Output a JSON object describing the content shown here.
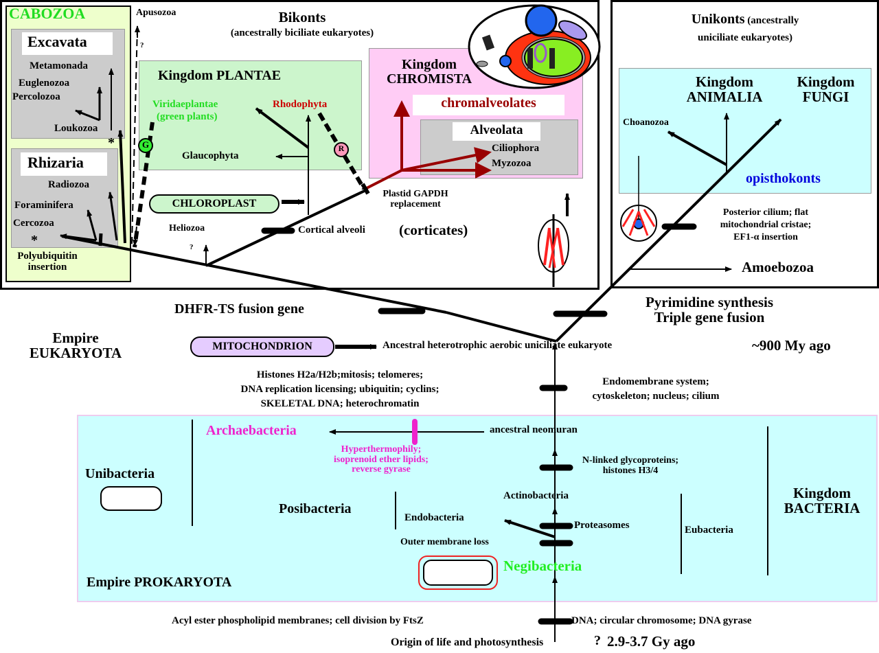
{
  "bikonts": {
    "title": "Bikonts",
    "subtitle": "(ancestrally biciliate eukaryotes)",
    "cabozoa": {
      "title": "CABOZOA",
      "excavata": {
        "title": "Excavata",
        "taxa": [
          "Metamonada",
          "Euglenozoa",
          "Percolozoa",
          "Loukozoa"
        ]
      },
      "rhizaria": {
        "title": "Rhizaria",
        "taxa": [
          "Radiozoa",
          "Foraminifera",
          "Cercozoa"
        ]
      },
      "asterisk": "*",
      "polyubiquitin": [
        "Polyubiquitin",
        "insertion"
      ]
    },
    "apusozoa": "Apusozoa",
    "question_mark": "?",
    "plantae": {
      "title": "Kingdom PLANTAE",
      "viridaeplantae": [
        "Viridaeplantae",
        "(green plants)"
      ],
      "rhodophyta": "Rhodophyta",
      "glaucophyta": "Glaucophyta",
      "g_symbol": "G",
      "r_symbol": "R"
    },
    "chromista": {
      "title": [
        "Kingdom",
        "CHROMISTA"
      ],
      "chromalveolates": "chromalveolates",
      "alveolata": {
        "title": "Alveolata",
        "taxa": [
          "Ciliophora",
          "Myzozoa"
        ]
      }
    },
    "chloroplast": "CHLOROPLAST",
    "heliozoa": "Heliozoa",
    "plastid_gapdh": [
      "Plastid GAPDH",
      "replacement"
    ],
    "cortical_alveoli": "Cortical alveoli",
    "corticates": "(corticates)"
  },
  "unikonts": {
    "title": "Unikonts",
    "subtitle_1": "(ancestrally",
    "subtitle_2": "uniciliate eukaryotes)",
    "animalia": [
      "Kingdom",
      "ANIMALIA"
    ],
    "fungi": [
      "Kingdom",
      "FUNGI"
    ],
    "choanozoa": "Choanozoa",
    "opisthokonts": "opisthokonts",
    "posterior_cilium": [
      "Posterior cilium; flat",
      "mitochondrial cristae;",
      "EF1-α insertion"
    ],
    "amoebozoa": "Amoebozoa"
  },
  "eukaryota": {
    "dhfr_ts": "DHFR-TS fusion gene",
    "pyrimidine": [
      "Pyrimidine synthesis",
      "Triple gene fusion"
    ],
    "empire": [
      "Empire",
      "EUKARYOTA"
    ],
    "mitochondrion": "MITOCHONDRION",
    "ancestral_eukaryote": "Ancestral heterotrophic aerobic uniciliate eukaryote",
    "age": "~900 My ago",
    "histones": [
      "Histones H2a/H2b;mitosis; telomeres;",
      "DNA replication licensing; ubiquitin; cyclins;",
      "SKELETAL DNA; heterochromatin"
    ],
    "endomembrane": [
      "Endomembrane system;",
      "cytoskeleton; nucleus; cilium"
    ]
  },
  "prokaryota": {
    "archaebacteria": "Archaebacteria",
    "ancestral_neomuran": "ancestral neomuran",
    "hyperthermophily": [
      "Hyperthermophily;",
      "isoprenoid ether lipids;",
      "reverse gyrase"
    ],
    "n_linked": [
      "N-linked glycoproteins;",
      "histones H3/4"
    ],
    "unibacteria": "Unibacteria",
    "posibacteria": "Posibacteria",
    "actinobacteria": "Actinobacteria",
    "endobacteria": "Endobacteria",
    "proteasomes": "Proteasomes",
    "outer_membrane_loss": "Outer membrane loss",
    "negibacteria": "Negibacteria",
    "eubacteria": "Eubacteria",
    "kingdom_bacteria": [
      "Kingdom",
      "BACTERIA"
    ],
    "empire": "Empire PROKARYOTA"
  },
  "origin": {
    "acyl_ester": "Acyl ester phospholipid membranes; cell division by FtsZ",
    "dna": "DNA; circular chromosome; DNA gyrase",
    "origin_text": "Origin of life and photosynthesis",
    "question": "?",
    "age": "2.9-3.7 Gy ago"
  },
  "colors": {
    "cabozoa_green": "#22dd22",
    "rhodophyta_red": "#cc0000",
    "chromalveolates_red": "#990000",
    "opisthokonts_blue": "#0000dd",
    "archaea_magenta": "#ee22cc",
    "negibacteria_green": "#22ee22",
    "plantae_bg": "#ccf5cc",
    "chromista_bg": "#ffccf5",
    "grey_box": "#cccccc",
    "cyan_bg": "#ccffff",
    "cabozoa_bg": "#eeffcc",
    "mito_bg": "#e5ccff"
  }
}
